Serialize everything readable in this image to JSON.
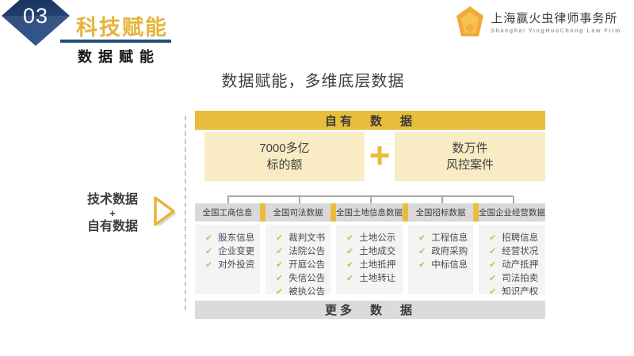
{
  "header": {
    "section_number": "03",
    "title": "科技赋能",
    "subtitle": "数据赋能"
  },
  "logo": {
    "name_cn": "上海赢火虫律师事务所",
    "name_en": "Shanghai YingHuoChong Law Firm"
  },
  "page_title": "数据赋能，多维底层数据",
  "left_label": {
    "line1": "技术数据",
    "line2": "+",
    "line3": "自有数据"
  },
  "diagram": {
    "top_bar": "自有　数　据",
    "own_boxes": [
      {
        "line1": "7000多亿",
        "line2": "标的额"
      },
      {
        "line1": "数万件",
        "line2": "风控案件"
      }
    ],
    "plus": "+",
    "check_icon": "✔",
    "columns": [
      {
        "header": "全国工商信息",
        "items": [
          "股东信息",
          "企业变更",
          "对外投资"
        ]
      },
      {
        "header": "全国司法数据",
        "items": [
          "裁判文书",
          "法院公告",
          "开庭公告",
          "失信公告",
          "被执公告"
        ]
      },
      {
        "header": "全国土地信息数据",
        "items": [
          "土地公示",
          "土地成交",
          "土地抵押",
          "土地转让"
        ]
      },
      {
        "header": "全国招标数据",
        "items": [
          "工程信息",
          "政府采购",
          "中标信息"
        ]
      },
      {
        "header": "全国企业经营数据",
        "items": [
          "招聘信息",
          "经营状况",
          "动产抵押",
          "司法拍卖",
          "知识产权"
        ]
      }
    ],
    "bottom_bar": "更多　数　据"
  },
  "colors": {
    "accent_gold": "#e9bd3c",
    "cream": "#f9ecc4",
    "navy": "#1f3c6d",
    "underline_blue": "#1f4e79",
    "header_gray": "#d9d9d9",
    "body_gray": "#f4f4f4",
    "check_gold": "#d8b65c",
    "logo_orange": "#f2a93b",
    "text_dark": "#3f3f3f"
  }
}
